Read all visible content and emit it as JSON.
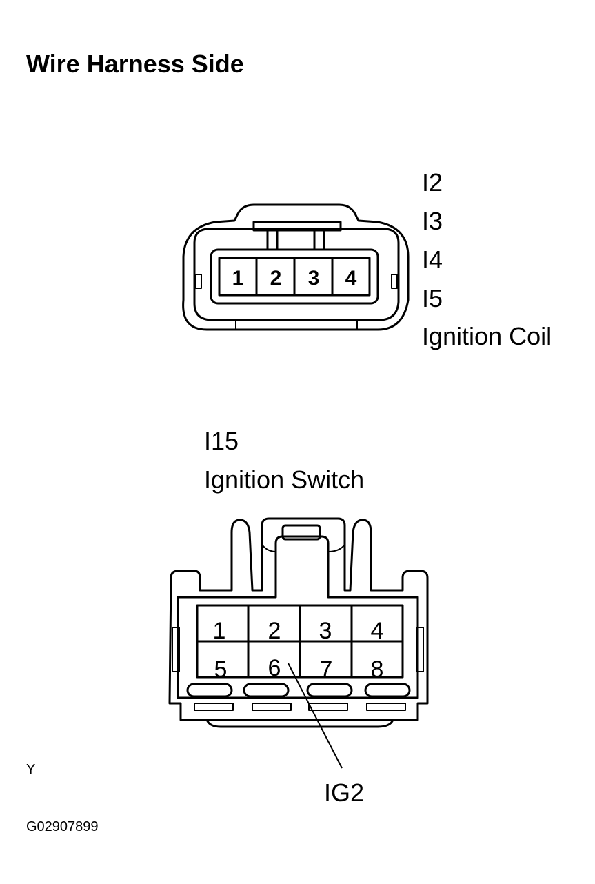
{
  "title": "Wire Harness Side",
  "coil_connector": {
    "ids": [
      "I2",
      "I3",
      "I4",
      "I5"
    ],
    "name": "Ignition Coil",
    "pins": [
      "1",
      "2",
      "3",
      "4"
    ]
  },
  "switch_connector": {
    "id": "I15",
    "name": "Ignition Switch",
    "pins_top": [
      "1",
      "2",
      "3",
      "4"
    ],
    "pins_bottom": [
      "5",
      "6",
      "7",
      "8"
    ],
    "callout": "IG2"
  },
  "footer": {
    "mark": "Y",
    "code": "G02907899"
  }
}
